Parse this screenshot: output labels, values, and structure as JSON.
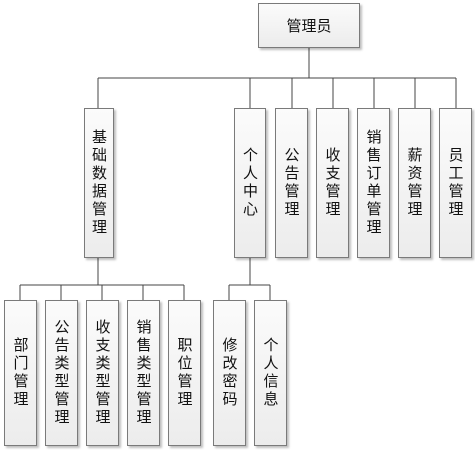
{
  "root": {
    "label": "管理员"
  },
  "level1": [
    {
      "label": "基础数据管理"
    },
    {
      "label": "个人中心"
    },
    {
      "label": "公告管理"
    },
    {
      "label": "收支管理"
    },
    {
      "label": "销售订单管理"
    },
    {
      "label": "薪资管理"
    },
    {
      "label": "员工管理"
    }
  ],
  "basic_children": [
    {
      "label": "部门管理"
    },
    {
      "label": "公告类型管理"
    },
    {
      "label": "收支类型管理"
    },
    {
      "label": "销售类型管理"
    },
    {
      "label": "职位管理"
    }
  ],
  "personal_children": [
    {
      "label": "修改密码"
    },
    {
      "label": "个人信息"
    }
  ]
}
